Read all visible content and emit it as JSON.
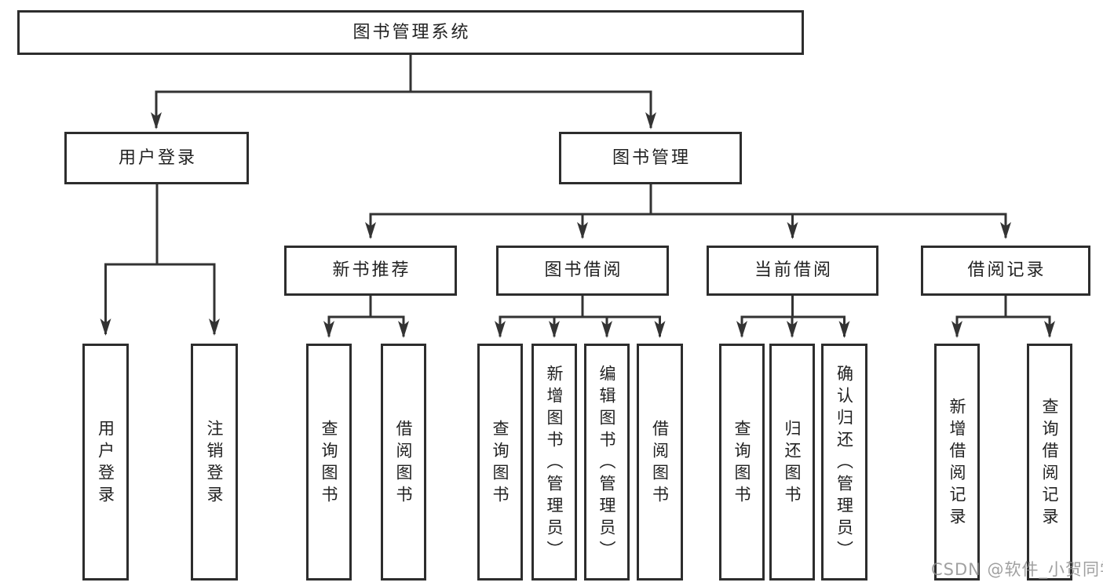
{
  "diagram": {
    "root_label": "图书管理系统",
    "user_branch": {
      "label": "用户登录",
      "children": [
        "用户登录",
        "注销登录"
      ]
    },
    "book_branch": {
      "label": "图书管理",
      "sections": [
        {
          "label": "新书推荐",
          "children": [
            "查询图书",
            "借阅图书"
          ]
        },
        {
          "label": "图书借阅",
          "children": [
            "查询图书",
            "新增图书（管理员）",
            "编辑图书（管理员）",
            "借阅图书"
          ]
        },
        {
          "label": "当前借阅",
          "children": [
            "查询图书",
            "归还图书",
            "确认归还（管理员）"
          ]
        },
        {
          "label": "借阅记录",
          "children": [
            "新增借阅记录",
            "查询借阅记录"
          ]
        }
      ]
    }
  },
  "watermark": "CSDN @软件_小贺同学",
  "colors": {
    "line": "#333333",
    "box_border": "#2d2d2d",
    "text": "#222222",
    "background": "#ffffff",
    "watermark": "#8c8c8c"
  }
}
